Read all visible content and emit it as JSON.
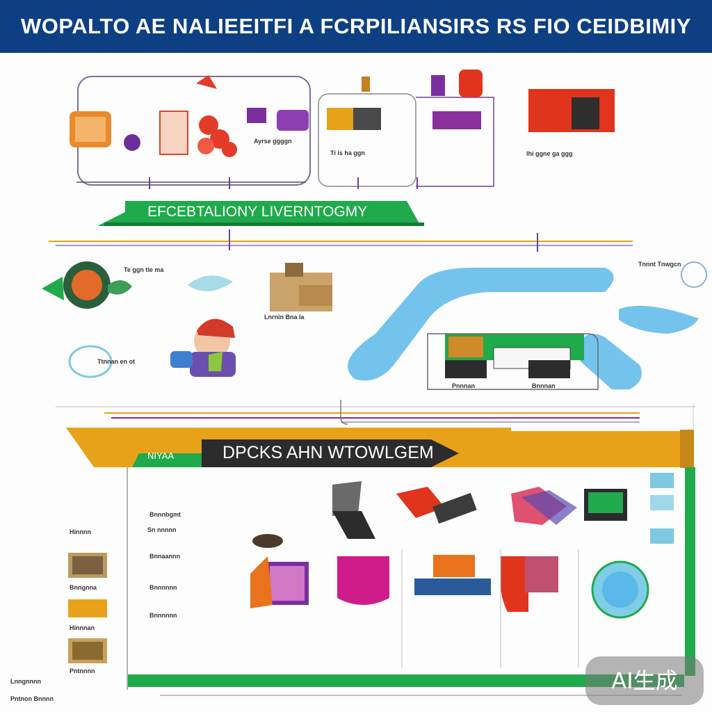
{
  "title": "WOPALTO AE NALIEEITFI A FCRPILIANSIRS RS FIO CEIDBIMIY",
  "banners": {
    "green_band": "EFCEBTALIONY LIVERNTOGMY",
    "dark_band": "DPCKS AHN WTOWLGEM",
    "small_tab": "NIYAA"
  },
  "labels": {
    "top_pill_text": "Ayrse ggggn",
    "desk_text": "Ti is ha ggn",
    "red_box_text": "lhi ggne ga ggg",
    "right_small": "Tnnnt Tnwgcn",
    "mid_caption": "Te ggn tie ma",
    "person_caption": "Lnrnin Bna Ia",
    "left_caption": "Ttnnan en ot",
    "panel_caption_1": "Pnnnan",
    "panel_caption_2": "Bnnnan",
    "bottom_left_list": [
      "Hinnnn",
      "Bnngnna",
      "Hinnnan",
      "Pntnnnn"
    ],
    "col_texts": [
      "Bnnnbgmt",
      "Sn nnnnn",
      "Bnnaannn",
      "Bnnnnnn",
      "Bnnnnnn"
    ],
    "bottom_texts": [
      "Lnngnnnn",
      "Pntnon Bnnnn"
    ],
    "watermark": "AI生成"
  },
  "colors": {
    "navy": "#0d3f82",
    "green": "#1faa4b",
    "orange": "#e8a21a",
    "dark": "#2c2c2c",
    "purple": "#7b2f9e",
    "red": "#e0341c",
    "blue_pipe": "#5bb8ea"
  }
}
